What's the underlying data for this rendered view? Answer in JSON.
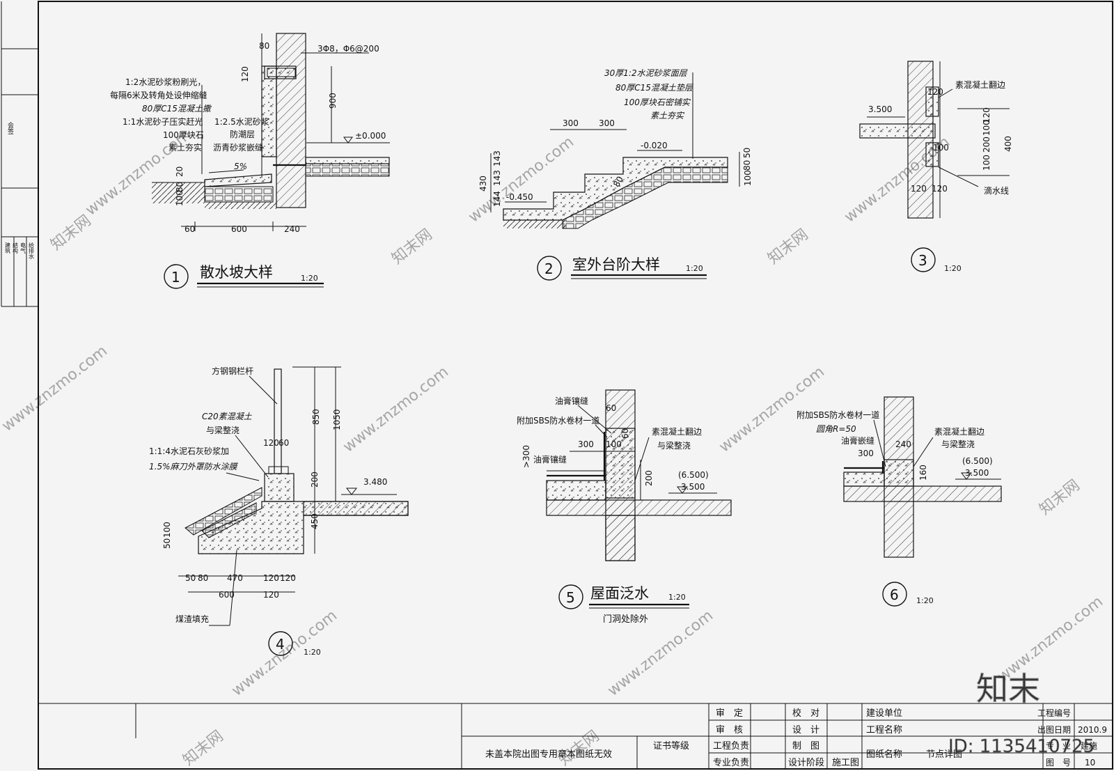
{
  "sidebar": {
    "rows": [
      "建筑",
      "结构",
      "电气",
      "给排水"
    ],
    "title_cell": "会签"
  },
  "details": [
    {
      "number": "1",
      "title": "散水坡大样",
      "scale": "1:20",
      "labels": [
        "1:2水泥砂浆粉刷光，",
        "每隔6米及转角处设伸缩缝",
        "80厚C15混凝土撒",
        "1:1水泥砂子压实赶光",
        "100厚块石",
        "素土夯实",
        "1:2.5水泥砂浆",
        "防潮层",
        "沥青砂浆嵌缝",
        "5%",
        "3Φ8，Φ6@200",
        "±0.000"
      ],
      "dims": [
        "80",
        "120",
        "900",
        "60",
        "600",
        "240",
        "20",
        "80",
        "100"
      ]
    },
    {
      "number": "2",
      "title": "室外台阶大样",
      "scale": "1:20",
      "labels": [
        "30厚1:2水泥砂浆面层",
        "80厚C15混凝土垫层",
        "100厚块石密铺实",
        "素土夯实",
        "-0.020",
        "-0.450"
      ],
      "dims": [
        "300",
        "300",
        "430",
        "144",
        "143",
        "143",
        "50",
        "80",
        "100",
        "80"
      ]
    },
    {
      "number": "3",
      "scale": "1:20",
      "labels": [
        "素混凝土翻边",
        "3.500",
        "滴水线"
      ],
      "dims": [
        "120",
        "120",
        "100",
        "200",
        "100",
        "400",
        "120",
        "120",
        "100"
      ]
    },
    {
      "number": "4",
      "scale": "1:20",
      "labels": [
        "方钢钢栏杆",
        "C20素混凝土",
        "与梁整浇",
        "1:1:4水泥石灰砂浆加",
        "1.5%麻刀外罩防水涂膜",
        "煤渣填充",
        "3.480"
      ],
      "dims": [
        "850",
        "1050",
        "120",
        "60",
        "200",
        "450",
        "50",
        "80",
        "470",
        "120",
        "120",
        "600",
        "120",
        "50",
        "100"
      ]
    },
    {
      "number": "5",
      "title": "屋面泛水",
      "scale": "1:20",
      "subtitle": "门洞处除外",
      "labels": [
        "油膏镶缝",
        "附加SBS防水卷材一道",
        "油膏镶缝",
        "素混凝土翻边",
        "与梁整浇",
        "(6.500)",
        "3.500"
      ],
      "dims": [
        "60",
        "60",
        "300",
        "100",
        ">300",
        "200"
      ]
    },
    {
      "number": "6",
      "scale": "1:20",
      "labels": [
        "附加SBS防水卷材一道",
        "圆角R=50",
        "油膏嵌缝",
        "素混凝土翻边",
        "与梁整浇",
        "(6.500)",
        "3.500"
      ],
      "dims": [
        "300",
        "240",
        "160"
      ]
    }
  ],
  "title_block": {
    "notice": "未盖本院出图专用章本图纸无效",
    "cert_label": "证书等级",
    "roles_col1": [
      "审　定",
      "审　核",
      "工程负责",
      "专业负责"
    ],
    "roles_col2": [
      "校　对",
      "设　计",
      "制　图",
      "设计阶段"
    ],
    "stage_value": "施工图",
    "fields": [
      "建设单位",
      "工程名称",
      "图纸名称"
    ],
    "drawing_name": "节点详图",
    "right_labels": [
      "工程编号",
      "出图日期",
      "专　业",
      "图　号"
    ],
    "date_value": "2010.9",
    "discipline_value": "建施",
    "sheet_no": "10"
  },
  "watermark": {
    "site": "www.znzmo.com",
    "brand": "知末网",
    "logo": "知末",
    "id_label": "ID: 1135410725"
  }
}
